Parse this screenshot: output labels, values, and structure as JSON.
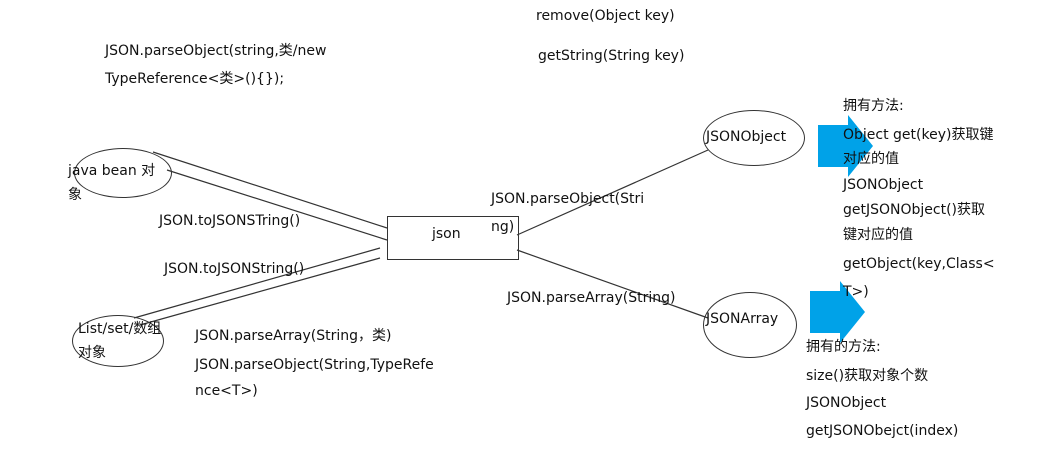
{
  "nodes": {
    "json_box": "json",
    "java_bean": [
      "java bean 对",
      "象"
    ],
    "list_set": [
      "List/set/数组",
      "对象"
    ],
    "json_object": "JSONObject",
    "json_array": "JSONArray"
  },
  "edge_labels": {
    "to_json_string_1": "JSON.toJSONSTring()",
    "to_json_string_2": "JSON.toJSONString()",
    "parse_object_string": [
      "JSON.parseObject(Stri",
      "ng)"
    ],
    "parse_array_string": "JSON.parseArray(String)"
  },
  "notes": {
    "parse_object_type_reference": [
      "JSON.parseObject(string,类/new",
      "TypeReference<类>(){});"
    ],
    "remove": "remove(Object key)",
    "get_string": "getString(String key)",
    "list_parse_methods": [
      "JSON.parseArray(String，类)",
      "JSON.parseObject(String,TypeRefe",
      "nce<T>)"
    ]
  },
  "json_object_methods": {
    "heading": "拥有方法:",
    "lines": [
      "Object get(key)获取键",
      "对应的值",
      "JSONObject",
      "getJSONObject()获取",
      "键对应的值",
      "getObject(key,Class<",
      "T>)"
    ]
  },
  "json_array_methods": {
    "heading": "拥有的方法:",
    "lines": [
      "size()获取对象个数",
      "JSONObject",
      "getJSONObejct(index)"
    ]
  },
  "colors": {
    "arrow": "#00a2e8",
    "line": "#333333"
  },
  "icons": [
    "arrow-right-icon",
    "arrow-right-icon"
  ]
}
